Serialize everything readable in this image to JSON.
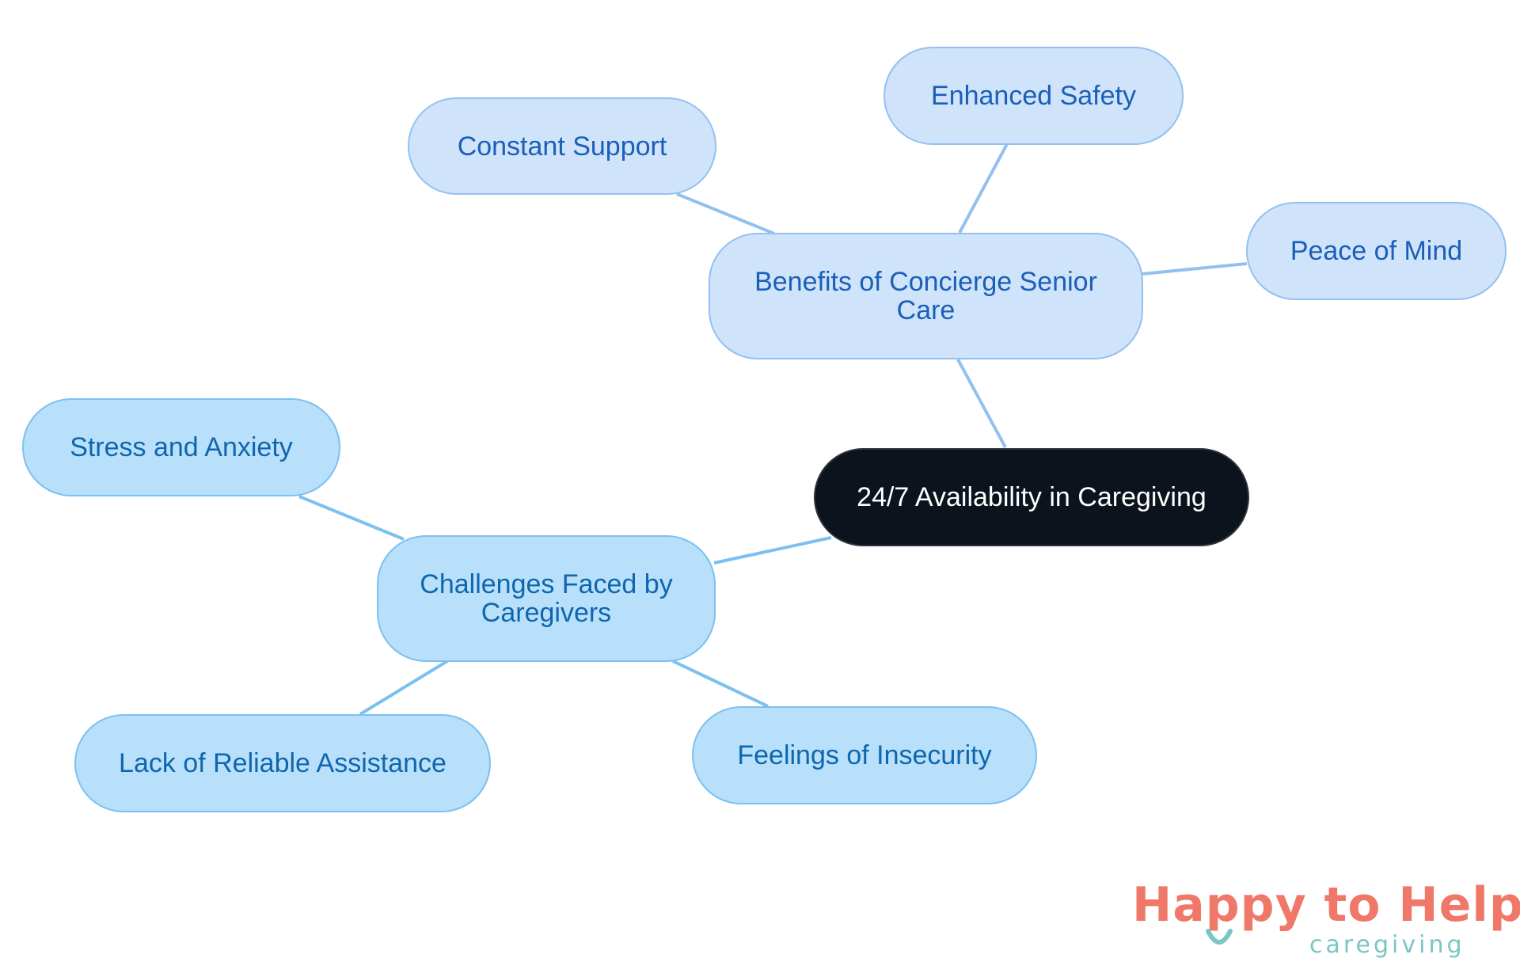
{
  "diagram": {
    "type": "mind-map",
    "root": {
      "label": "24/7 Availability in Caregiving"
    },
    "branches": [
      {
        "label": "Benefits of Concierge Senior Care",
        "children": [
          "Constant Support",
          "Enhanced Safety",
          "Peace of Mind"
        ]
      },
      {
        "label": "Challenges Faced by Caregivers",
        "children": [
          "Stress and Anxiety",
          "Lack of Reliable Assistance",
          "Feelings of Insecurity"
        ]
      }
    ]
  },
  "colors": {
    "root_fill": "#0c131d",
    "root_text": "#ffffff",
    "benefit_fill": "#cfe3fb",
    "benefit_text": "#1a5fb8",
    "challenge_fill": "#b8e0fb",
    "challenge_text": "#0f66ad",
    "benefit_connector": "#93c1ef",
    "challenge_connector": "#7cc0ef",
    "logo_primary": "#f07868",
    "logo_secondary": "#78c7c3"
  },
  "logo": {
    "name": "Happy to Help",
    "tagline": "caregiving"
  }
}
